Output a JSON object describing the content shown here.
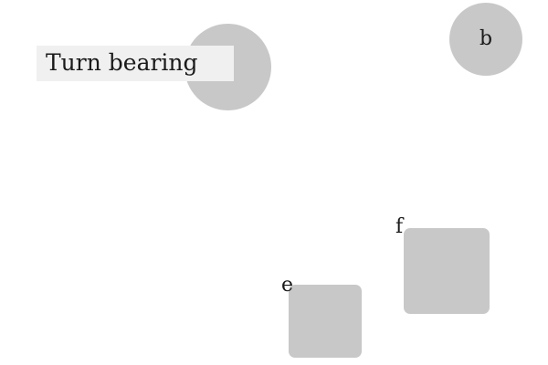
{
  "colors": {
    "background": "#ffffff",
    "shape_fill": "#c8c8c8",
    "tooltip_background": "#f0f0f0",
    "text": "#1a1a1a"
  },
  "tooltip": {
    "text": "Turn bearing"
  },
  "shapes": [
    {
      "id": "circle-unlabeled",
      "kind": "circle",
      "label": ""
    },
    {
      "id": "circle-b",
      "kind": "circle",
      "label": "b"
    },
    {
      "id": "square-f",
      "kind": "rounded-square",
      "label": "f"
    },
    {
      "id": "square-e",
      "kind": "rounded-square",
      "label": "e"
    }
  ]
}
